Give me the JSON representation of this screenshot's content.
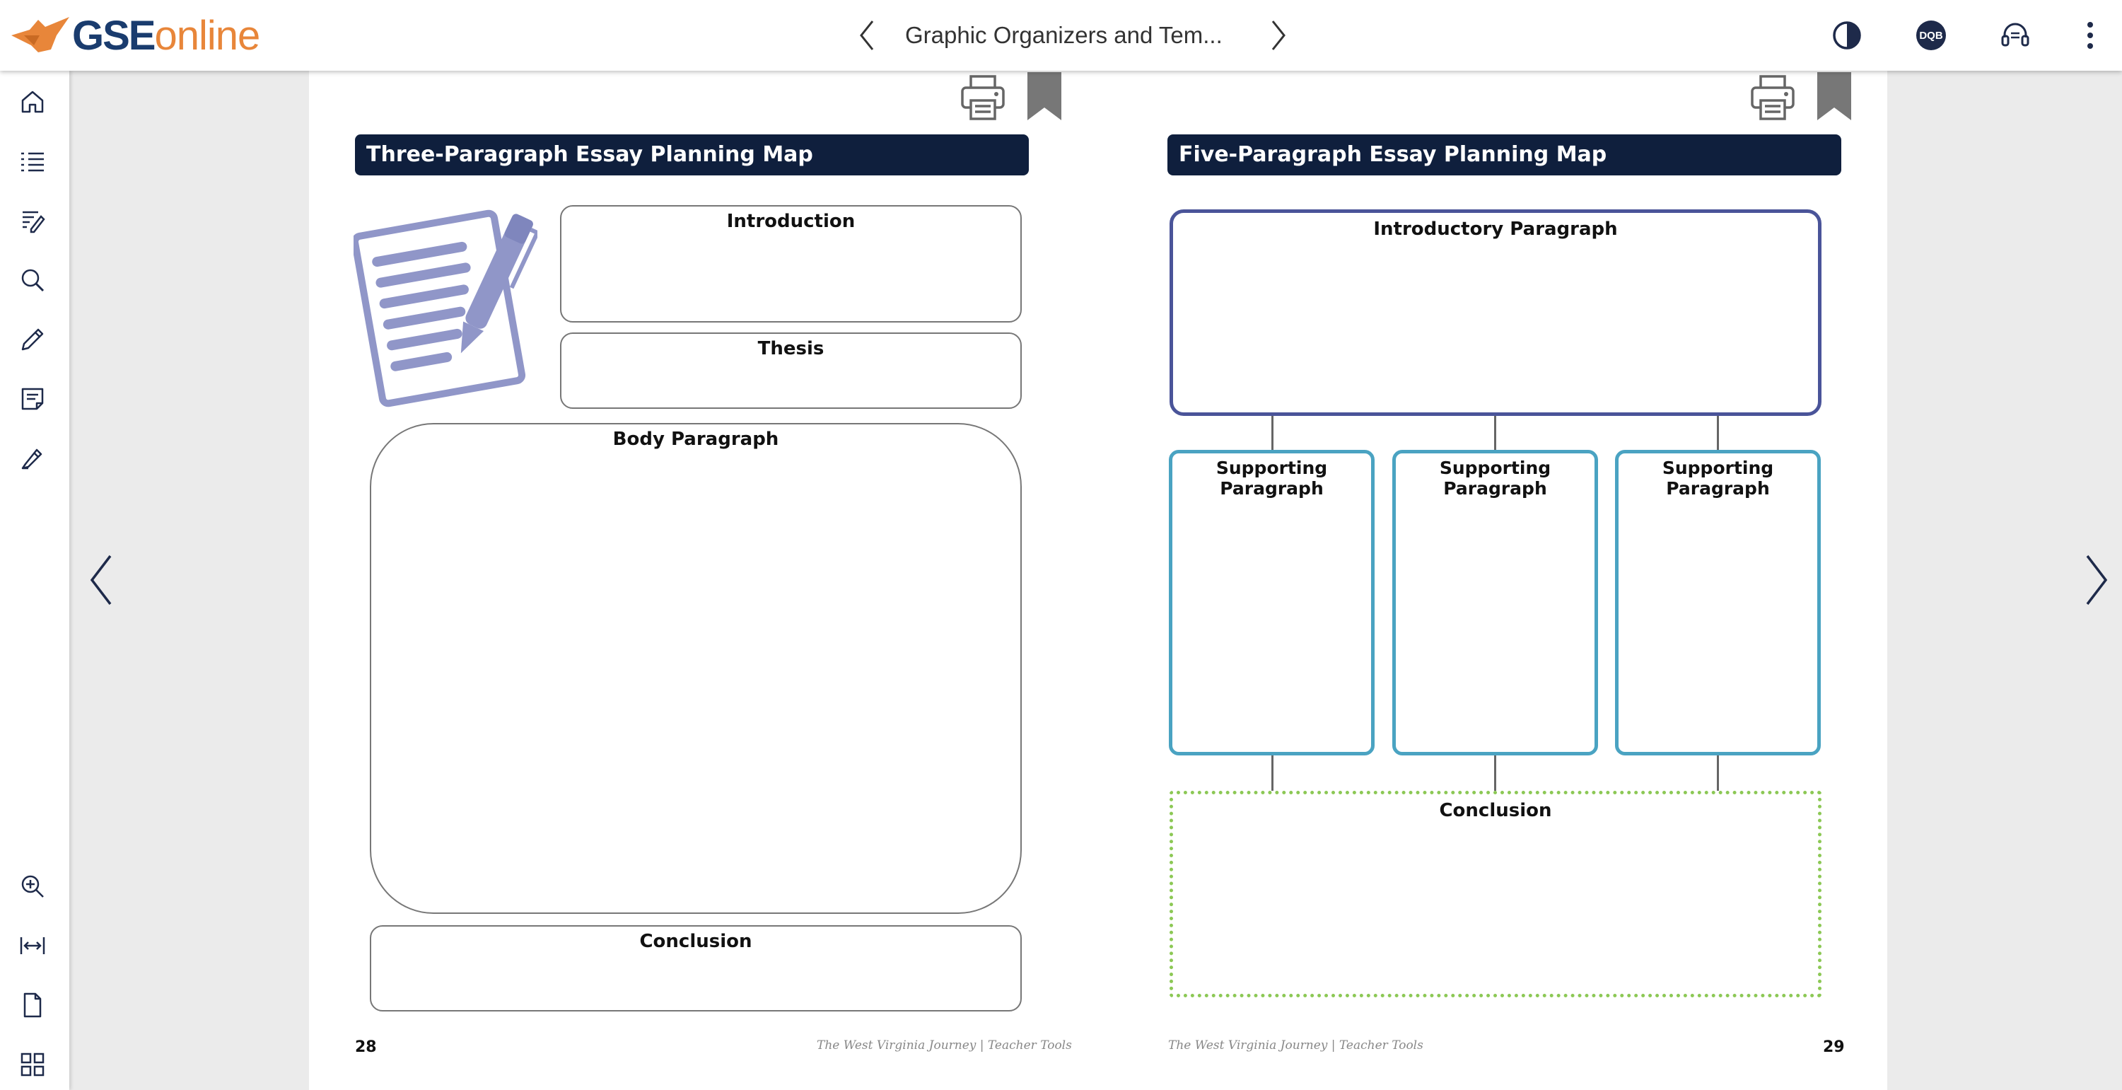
{
  "header": {
    "logo_main": "GSE",
    "logo_secondary": "online",
    "title": "Graphic Organizers and Tem...",
    "avatar_initials": "DQB",
    "icons": [
      "contrast-icon",
      "avatar",
      "headset-icon",
      "more-vertical-icon"
    ]
  },
  "sidebar": {
    "top_icons": [
      "home-icon",
      "list-icon",
      "edit-note-icon",
      "search-icon",
      "pencil-icon",
      "notes-icon",
      "highlighter-icon"
    ],
    "bottom_icons": [
      "zoom-in-icon",
      "fit-width-icon",
      "single-page-icon",
      "grid-view-icon"
    ]
  },
  "left_page": {
    "banner": "Three-Paragraph Essay Planning Map",
    "boxes": {
      "introduction": "Introduction",
      "thesis": "Thesis",
      "body": "Body Paragraph",
      "conclusion": "Conclusion"
    },
    "page_number": "28",
    "footer": "The West Virginia Journey | Teacher Tools"
  },
  "right_page": {
    "banner": "Five-Paragraph Essay Planning Map",
    "boxes": {
      "introductory": "Introductory Paragraph",
      "supporting": [
        "Supporting Paragraph",
        "Supporting Paragraph",
        "Supporting Paragraph"
      ],
      "conclusion": "Conclusion"
    },
    "page_number": "29",
    "footer": "The West Virginia Journey | Teacher Tools"
  },
  "colors": {
    "banner": "#0f1f3d",
    "logo_blue": "#1a3c6e",
    "logo_orange": "#e8863a",
    "intro_border": "#4a5499",
    "support_border": "#4aa3c2",
    "conclusion_border": "#8cc855",
    "illustration": "#9096c8"
  }
}
